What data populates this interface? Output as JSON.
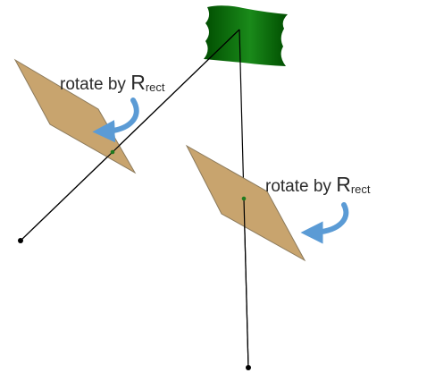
{
  "labels": {
    "rotate_left": {
      "prefix": "rotate by ",
      "big": "R",
      "sub": "rect"
    },
    "rotate_right": {
      "prefix": "rotate by ",
      "big": "R",
      "sub": "rect"
    }
  },
  "colors": {
    "paper_fill": "#c8a46e",
    "paper_stroke": "#8b7a5c",
    "arrow": "#5b9bd5",
    "wire": "#000000",
    "anchor_dot": "#1f7a1f",
    "block_dark": "#004d00",
    "block_light": "#1a8a1a"
  },
  "icons": {
    "rotation_arrow": "curved-arrow-icon",
    "camera_block": "green-block"
  }
}
